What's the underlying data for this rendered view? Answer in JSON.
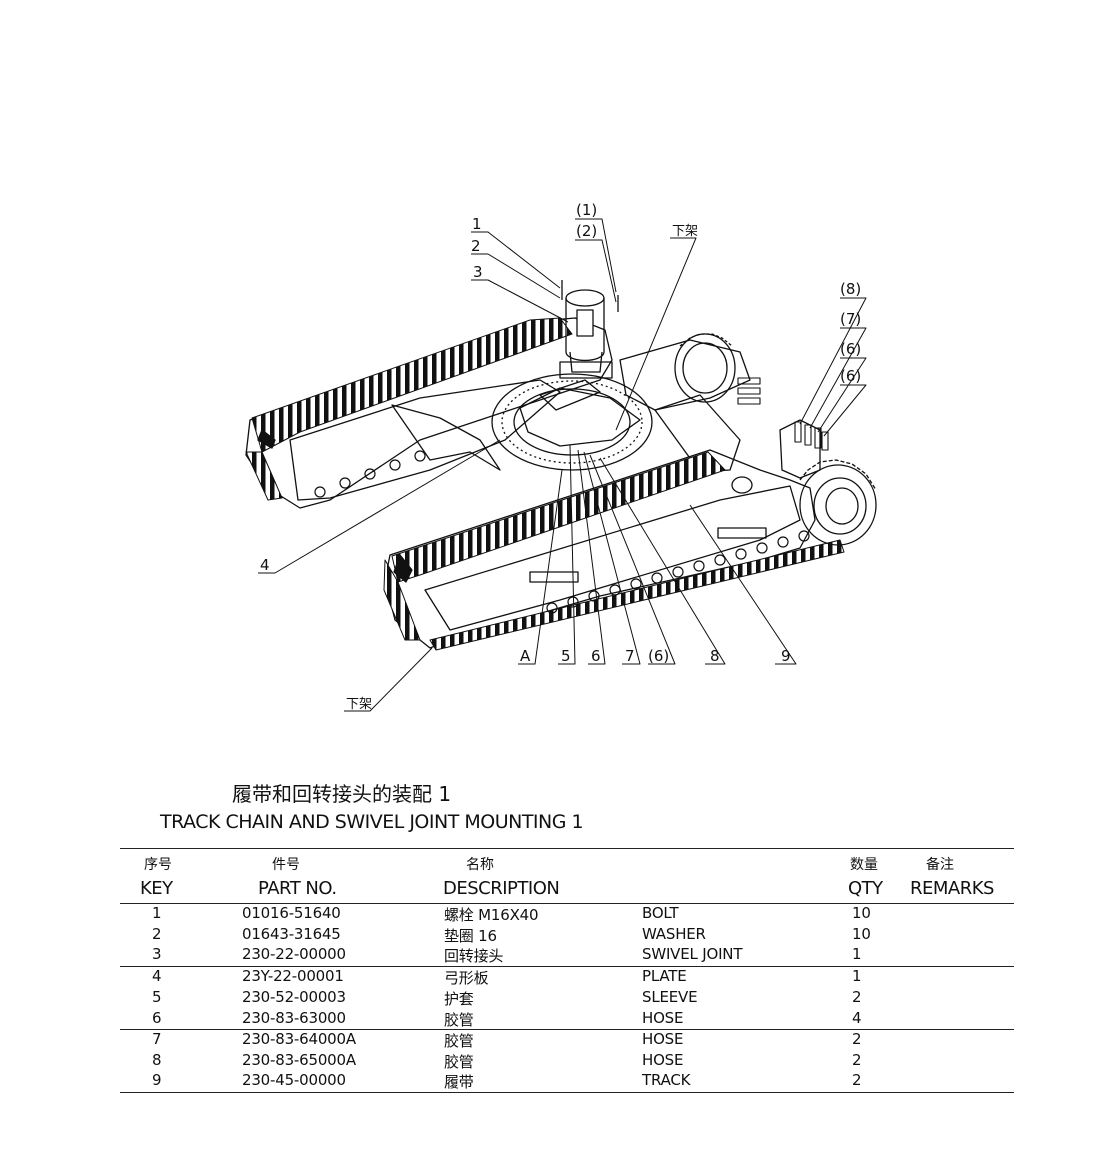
{
  "drawing": {
    "callouts": {
      "c1": "1",
      "c2": "2",
      "c3": "3",
      "c4": "4",
      "p1": "(1)",
      "p2": "(2)",
      "p8": "(8)",
      "p7": "(7)",
      "p6a": "(6)",
      "p6b": "(6)",
      "frame_top": "下架",
      "frame_bottom": "下架",
      "bA": "A",
      "b5": "5",
      "b6": "6",
      "b7": "7",
      "b6p": "(6)",
      "b8": "8",
      "b9": "9"
    }
  },
  "title": {
    "cn": "履带和回转接头的装配 1",
    "en": "TRACK CHAIN AND SWIVEL JOINT MOUNTING 1"
  },
  "table": {
    "headers_cn": {
      "key": "序号",
      "part_no": "件号",
      "description": "名称",
      "qty": "数量",
      "remarks": "备注"
    },
    "headers_en": {
      "key": "KEY",
      "part_no": "PART NO.",
      "description": "DESCRIPTION",
      "qty": "QTY",
      "remarks": "REMARKS"
    },
    "rows": [
      {
        "key": "1",
        "part_no": "01016-51640",
        "desc_cn": "螺栓 M16X40",
        "desc_en": "BOLT",
        "qty": "10"
      },
      {
        "key": "2",
        "part_no": "01643-31645",
        "desc_cn": "垫圈 16",
        "desc_en": "WASHER",
        "qty": "10"
      },
      {
        "key": "3",
        "part_no": "230-22-00000",
        "desc_cn": "回转接头",
        "desc_en": "SWIVEL JOINT",
        "qty": "1"
      },
      {
        "key": "4",
        "part_no": "23Y-22-00001",
        "desc_cn": "弓形板",
        "desc_en": "PLATE",
        "qty": "1"
      },
      {
        "key": "5",
        "part_no": "230-52-00003",
        "desc_cn": "护套",
        "desc_en": "SLEEVE",
        "qty": "2"
      },
      {
        "key": "6",
        "part_no": "230-83-63000",
        "desc_cn": "胶管",
        "desc_en": "HOSE",
        "qty": "4"
      },
      {
        "key": "7",
        "part_no": "230-83-64000A",
        "desc_cn": "胶管",
        "desc_en": "HOSE",
        "qty": "2"
      },
      {
        "key": "8",
        "part_no": "230-83-65000A",
        "desc_cn": "胶管",
        "desc_en": "HOSE",
        "qty": "2"
      },
      {
        "key": "9",
        "part_no": "230-45-00000",
        "desc_cn": "履带",
        "desc_en": "TRACK",
        "qty": "2"
      }
    ]
  }
}
